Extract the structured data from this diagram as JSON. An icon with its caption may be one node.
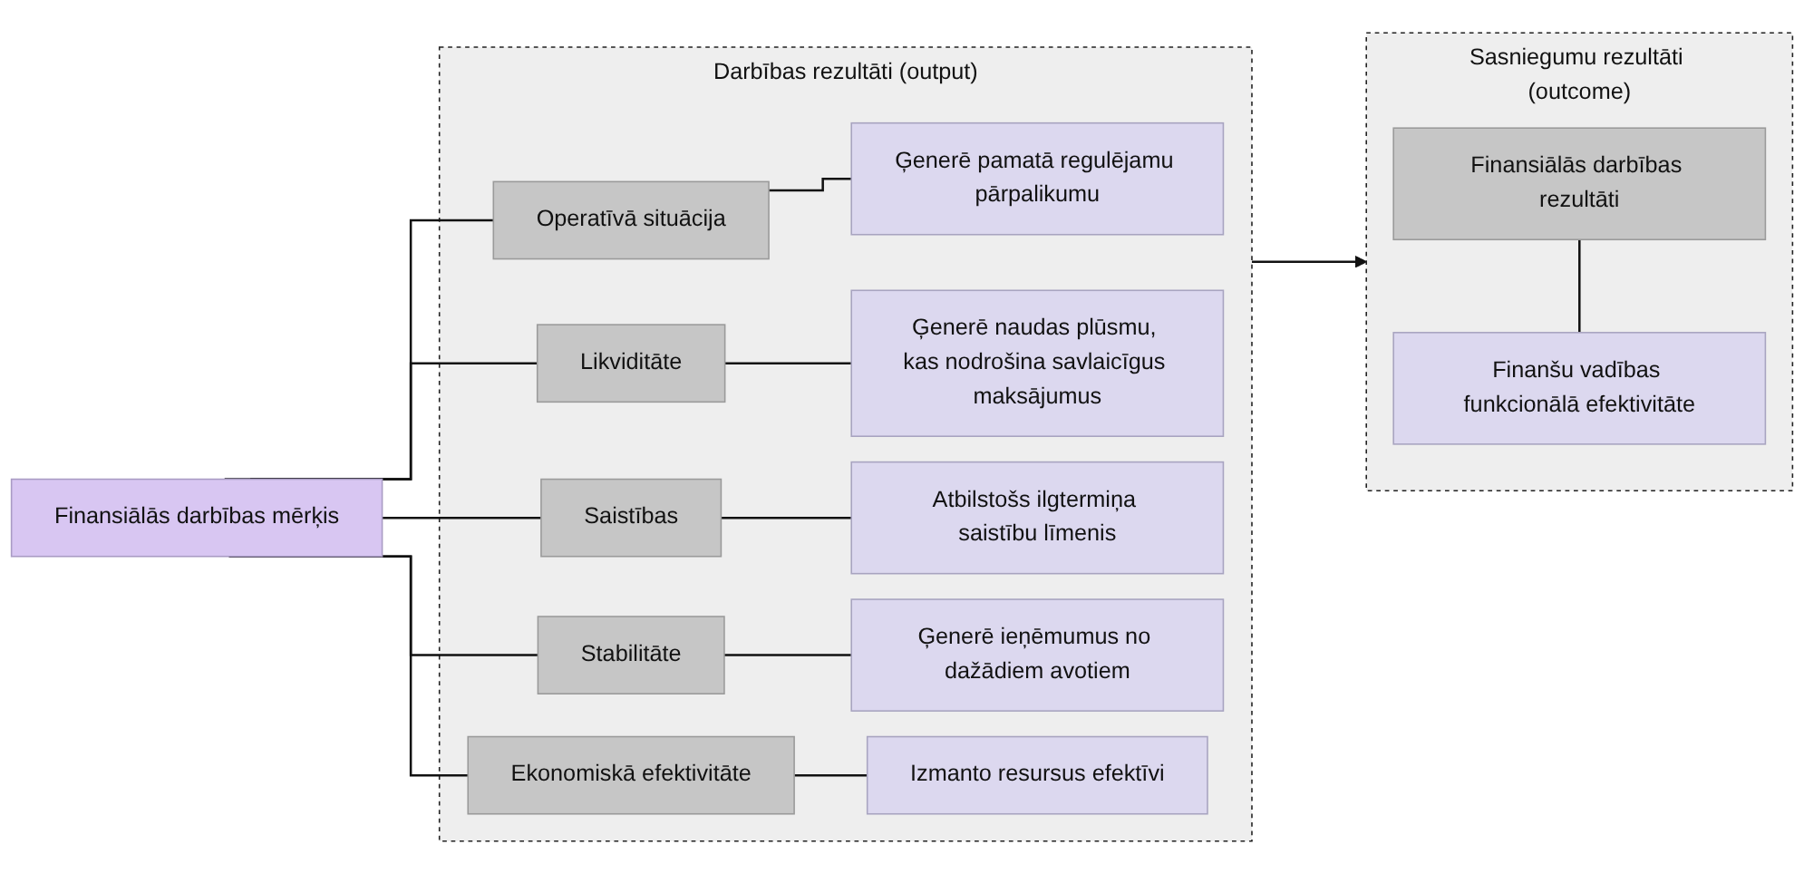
{
  "diagram": {
    "nodes": [
      {
        "text": [
          "Finansiālās darbības mērķis"
        ]
      },
      {
        "text": [
          "Darbības rezultāti (output)"
        ]
      },
      {
        "text": [
          "Operatīvā situācija"
        ],
        "in": 1
      },
      {
        "text": [
          "Ģenerē pamatā regulējamu pārpalikumu"
        ],
        "in": 1
      },
      {
        "text": [
          "Likviditāte"
        ],
        "in": 1
      },
      {
        "text": [
          "Ģenerē naudas plūsmu, kas nodrošina savlaicīgus maksājumus"
        ],
        "in": 1
      },
      {
        "text": [
          "Saistības"
        ],
        "in": 1
      },
      {
        "text": [
          "Atbilstošs ilgtermiņa saistību līmenis"
        ],
        "in": 1
      },
      {
        "text": [
          "Stabilitāte"
        ],
        "in": 1
      },
      {
        "text": [
          "Ģenerē ieņēmumus no dažādiem avotiem"
        ],
        "in": 1
      },
      {
        "text": [
          "Ekonomiskā efektivitāte"
        ],
        "in": 1
      },
      {
        "text": [
          "Izmanto resursus efektīvi"
        ],
        "in": 1
      },
      {
        "text": [
          "Sasniegumu rezultāti (outcome)"
        ]
      },
      {
        "text": [
          "Finansiālās darbības rezultāti"
        ],
        "in": 12
      },
      {
        "text": [
          "Finanšu vadības funkcionālā efektivitāte"
        ],
        "in": 12
      }
    ],
    "edges": [
      {
        "from": 0,
        "to": 2,
        "arrow": "none"
      },
      {
        "from": 0,
        "to": 4,
        "arrow": "none"
      },
      {
        "from": 0,
        "to": 6,
        "arrow": "none"
      },
      {
        "from": 0,
        "to": 8,
        "arrow": "none"
      },
      {
        "from": 0,
        "to": 10,
        "arrow": "none"
      },
      {
        "from": 2,
        "to": 3,
        "arrow": "none"
      },
      {
        "from": 4,
        "to": 5,
        "arrow": "none"
      },
      {
        "from": 6,
        "to": 7,
        "arrow": "none"
      },
      {
        "from": 8,
        "to": 9,
        "arrow": "none"
      },
      {
        "from": 10,
        "to": 11,
        "arrow": "none"
      },
      {
        "from": 1,
        "to": 12,
        "arrow": "to"
      },
      {
        "from": 13,
        "to": 14,
        "arrow": "none"
      }
    ]
  }
}
